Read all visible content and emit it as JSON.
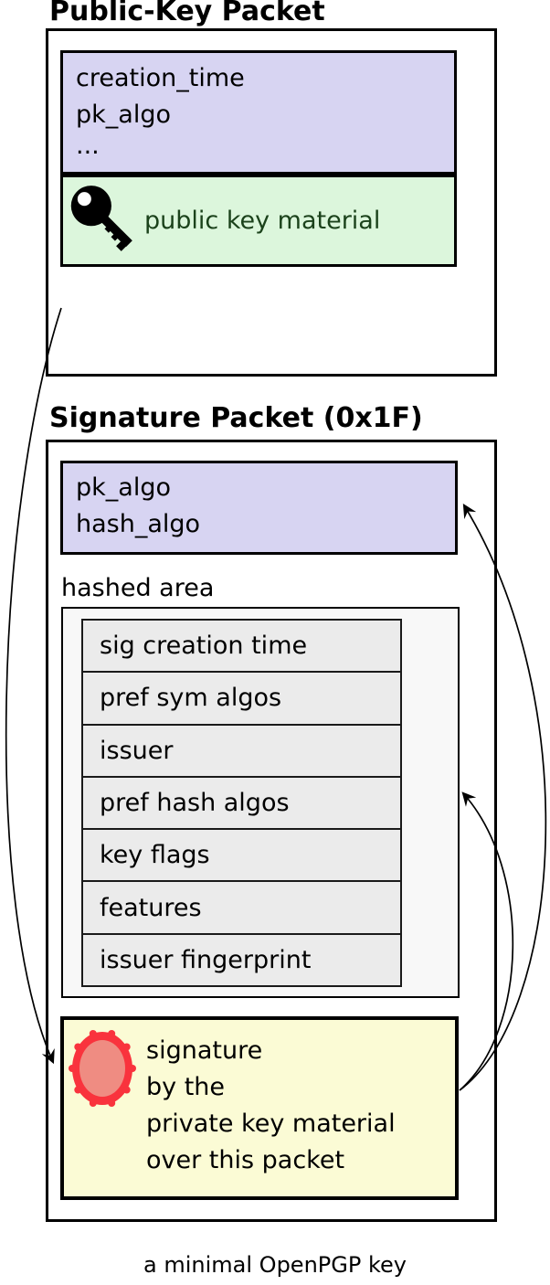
{
  "diagram": {
    "public_key_packet": {
      "title": "Public-Key Packet",
      "fields": [
        "creation_time",
        "pk_algo",
        "..."
      ],
      "material_label": "public key material",
      "icon": "key-icon"
    },
    "signature_packet": {
      "title": "Signature Packet (0x1F)",
      "fields": [
        "pk_algo",
        "hash_algo"
      ],
      "hashed_area_label": "hashed area",
      "subpackets": [
        "sig creation time",
        "pref sym algos",
        "issuer",
        "pref hash algos",
        "key flags",
        "features",
        "issuer fingerprint"
      ],
      "signature_lines": [
        "signature",
        "by the",
        "private key material",
        "over this packet"
      ],
      "icon": "seal-icon"
    },
    "caption": "a minimal OpenPGP key",
    "colors": {
      "header_fill": "#d7d4f2",
      "material_fill": "#dcf6dc",
      "material_text": "#1b421b",
      "hashed_fill": "#f8f8f8",
      "subpacket_fill": "#ebebeb",
      "signature_fill": "#fbfbd5",
      "seal_ring": "#f9333d",
      "seal_center": "#ef8c82",
      "line_color": "#000000"
    }
  }
}
